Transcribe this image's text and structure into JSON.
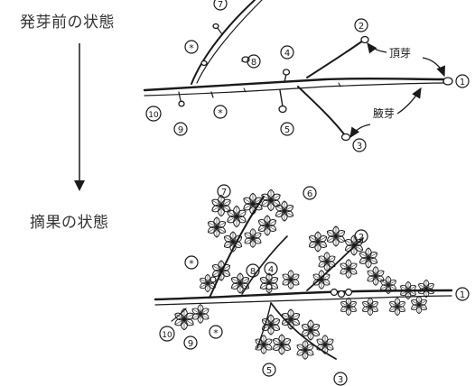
{
  "labels": {
    "before": "発芽前の状態",
    "after": "摘果の状態"
  },
  "annotations": {
    "terminal_bud": "頂芽",
    "axillary_bud": "腋芽"
  },
  "bud_numbers": {
    "n1": "1",
    "n2": "2",
    "n3": "3",
    "n4": "4",
    "n5": "5",
    "n6": "6",
    "n7": "7",
    "n8": "8",
    "n9": "9",
    "n10": "10",
    "star": "*"
  },
  "colors": {
    "ink": "#1a1a1a",
    "label": "#333333"
  }
}
